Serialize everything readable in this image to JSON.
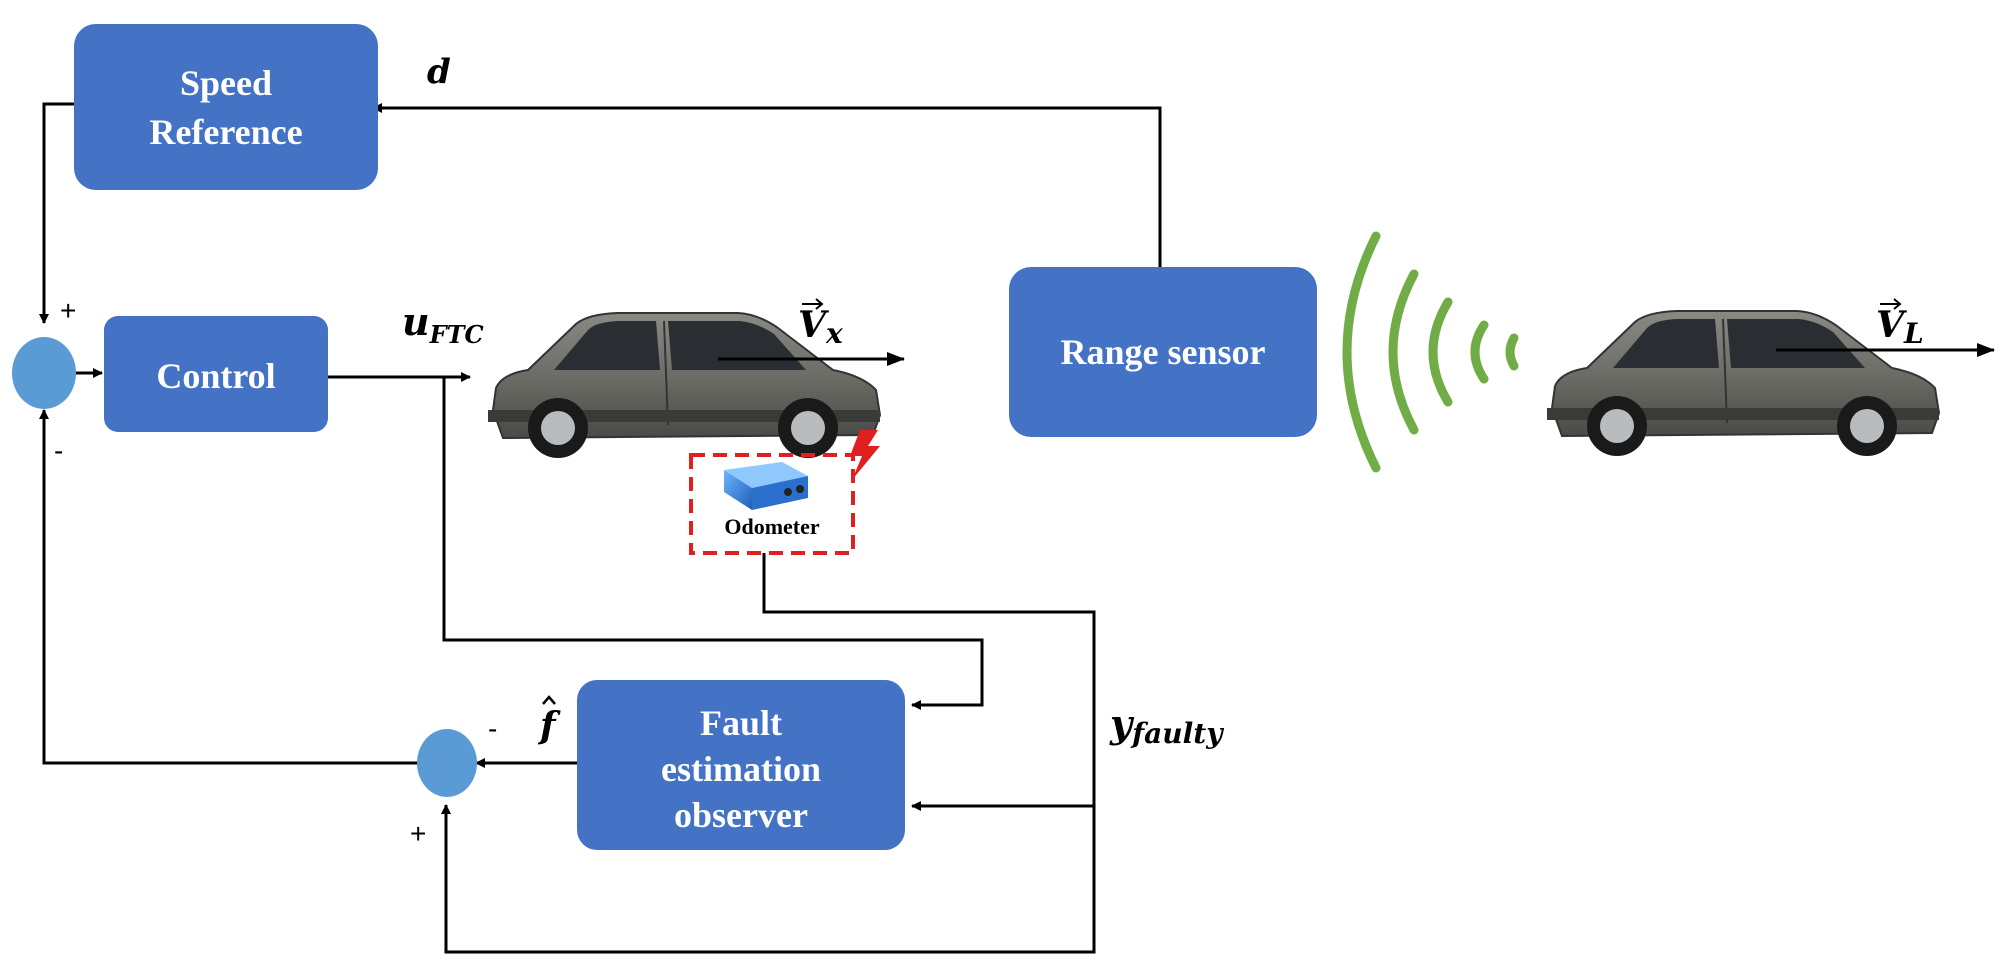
{
  "blocks": {
    "speed_reference": [
      "Speed",
      "Reference"
    ],
    "control": "Control",
    "range_sensor": "Range sensor",
    "fault_observer": [
      "Fault",
      "estimation",
      "observer"
    ]
  },
  "labels": {
    "d": "d",
    "u_main": "u",
    "u_sub": "FTC",
    "vx_main": "V",
    "vx_sub": "x",
    "vl_main": "V",
    "vl_sub": "L",
    "f_hat": "f",
    "y_main": "y",
    "y_sub": "faulty",
    "odometer": "Odometer"
  },
  "signs": {
    "sum1_plus": "+",
    "sum1_minus": "-",
    "sum2_minus": "-",
    "sum2_plus": "+"
  },
  "colors": {
    "block_fill": "#4472C4",
    "summer_fill": "#5B9BD5",
    "wave": "#70AD47",
    "fault_box": "#E02020"
  }
}
